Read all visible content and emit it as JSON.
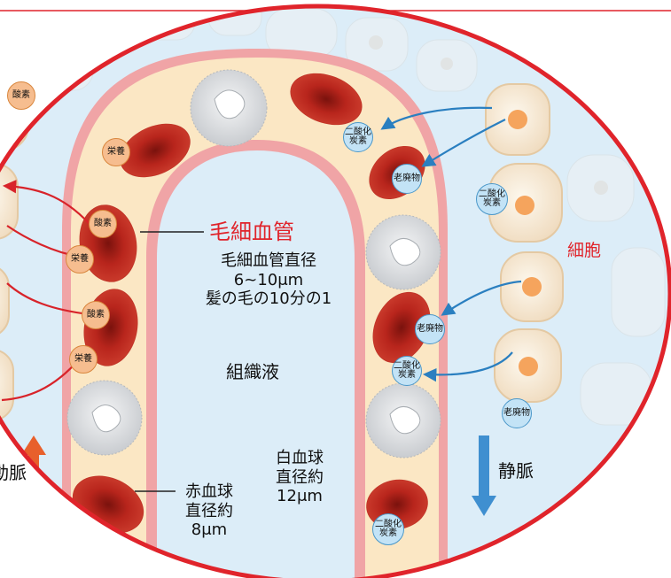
{
  "labels": {
    "capillary_title": "毛細血管",
    "capillary_diameter_lines": [
      "毛細血管直径",
      "6~10μm",
      "髪の毛の10分の1"
    ],
    "tissue_fluid": "組織液",
    "cell": "細胞",
    "artery": "動脈",
    "vein": "静脈",
    "rbc_lines": [
      "赤血球",
      "直径約",
      "8μm"
    ],
    "wbc_lines": [
      "白血球",
      "直径約",
      "12μm"
    ]
  },
  "bubbles": [
    {
      "key": "o2_a",
      "type": "o2",
      "lines": [
        "酸素"
      ]
    },
    {
      "key": "nutrient_a",
      "type": "o2",
      "lines": [
        "栄養"
      ]
    },
    {
      "key": "o2_b",
      "type": "o2",
      "lines": [
        "酸素"
      ]
    },
    {
      "key": "nutrient_b",
      "type": "o2",
      "lines": [
        "栄養"
      ]
    },
    {
      "key": "o2_c",
      "type": "o2",
      "lines": [
        "酸素"
      ]
    },
    {
      "key": "nutrient_c",
      "type": "o2",
      "lines": [
        "栄養"
      ]
    },
    {
      "key": "co2_a",
      "type": "co2",
      "lines": [
        "二酸化",
        "炭素"
      ]
    },
    {
      "key": "waste_a",
      "type": "co2",
      "lines": [
        "老廃物"
      ]
    },
    {
      "key": "co2_b",
      "type": "co2",
      "lines": [
        "二酸化",
        "炭素"
      ]
    },
    {
      "key": "waste_b",
      "type": "co2",
      "lines": [
        "老廃物"
      ]
    },
    {
      "key": "co2_c",
      "type": "co2",
      "lines": [
        "二酸化",
        "炭素"
      ]
    },
    {
      "key": "waste_c",
      "type": "co2",
      "lines": [
        "老廃物"
      ]
    },
    {
      "key": "co2_d",
      "type": "co2",
      "lines": [
        "二酸化",
        "炭素"
      ]
    }
  ],
  "colors": {
    "tissue_bg": "#dcedf8",
    "vessel_wall": "#f0a4a6",
    "plasma": "#fbe7c4",
    "rbc": "#b8251c",
    "wbc": "#d7d9dc",
    "outline_red": "#e0242b",
    "arrow_artery": "#e8602c",
    "arrow_vein": "#3f8fd0",
    "blue_arrow": "#2a7fc0",
    "red_arrow": "#d8232a"
  }
}
